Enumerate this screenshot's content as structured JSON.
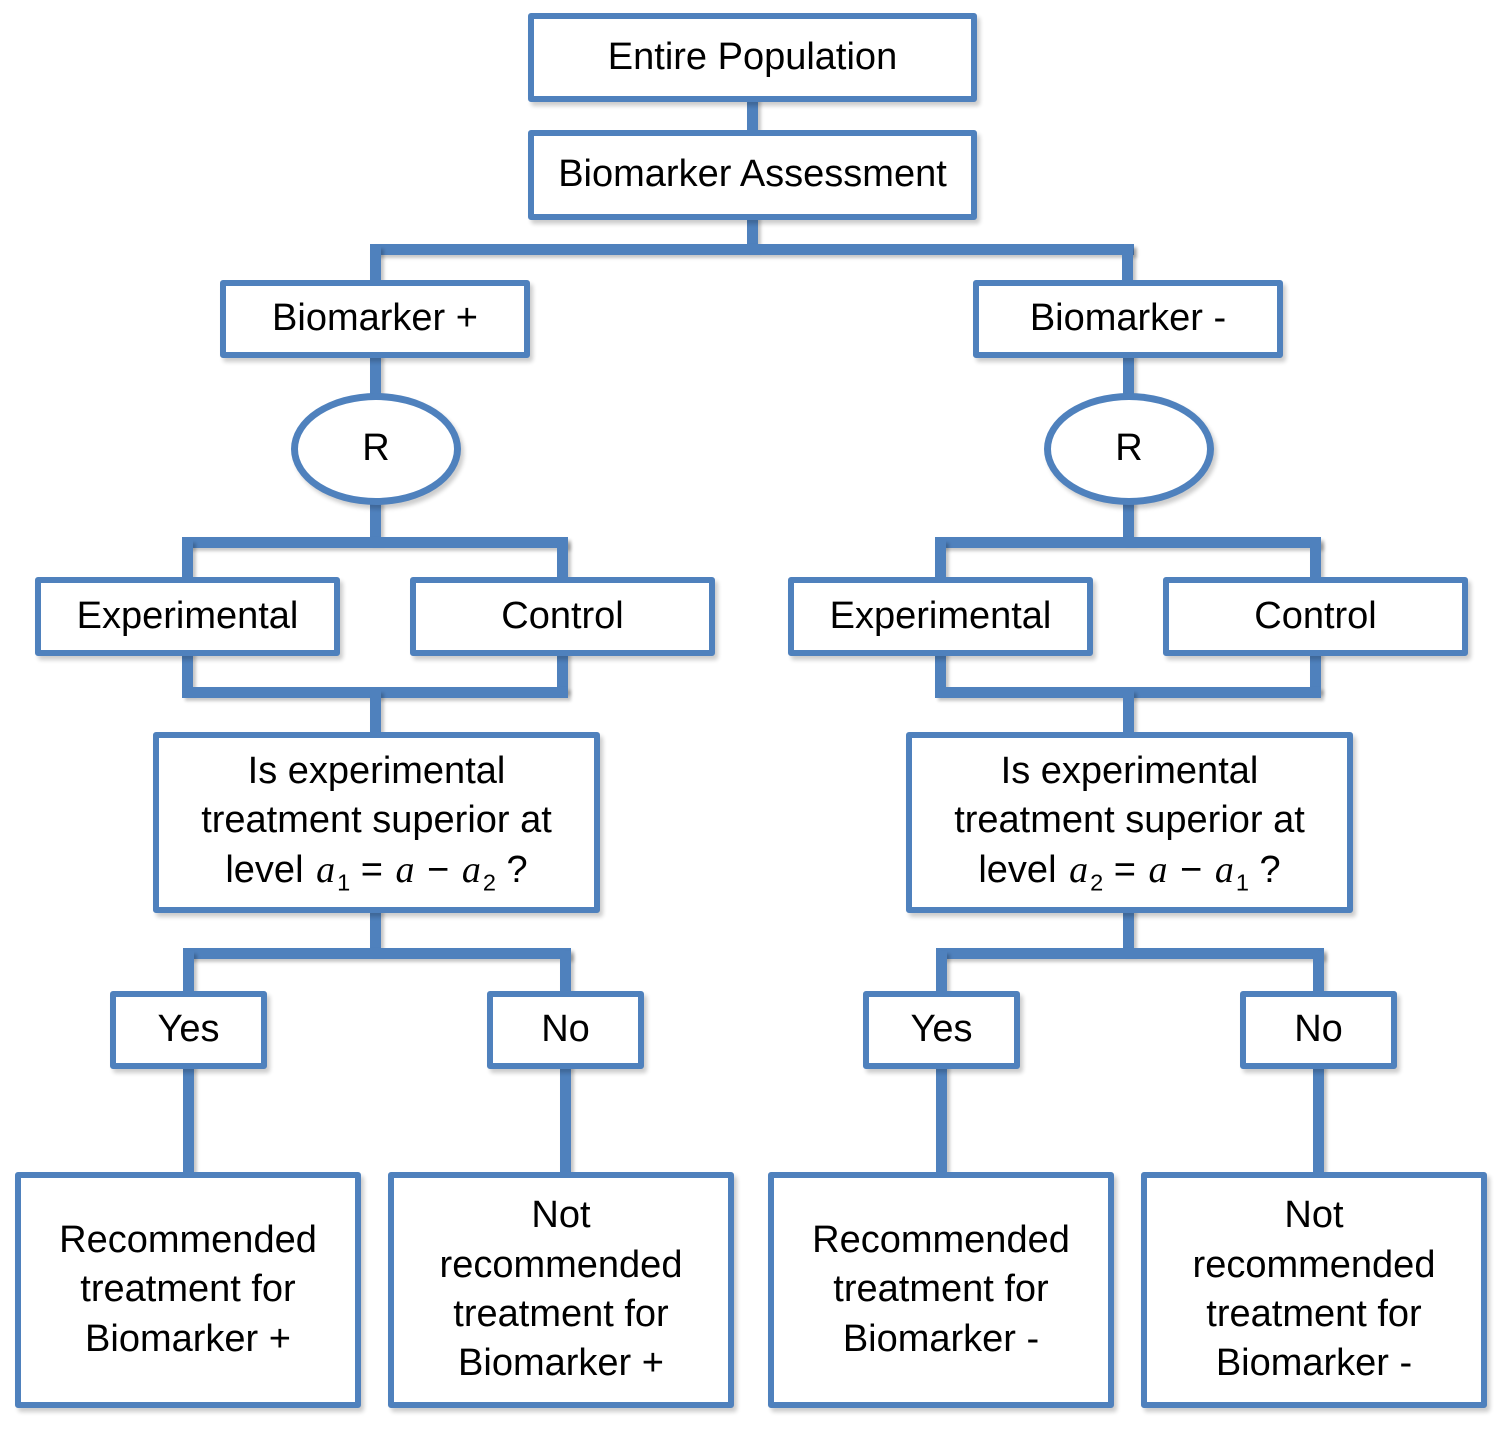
{
  "colors": {
    "stroke_blue": "#4F81BD",
    "text": "#000000",
    "background": "#FFFFFF"
  },
  "root": {
    "entire_population": "Entire Population",
    "biomarker_assessment": "Biomarker Assessment"
  },
  "arms": [
    {
      "biomarker_label": "Biomarker +",
      "randomization_label": "R",
      "experimental_label": "Experimental",
      "control_label": "Control",
      "question_line1": "Is experimental",
      "question_line2": "treatment superior at",
      "question_math_html": "level <i>a</i><sub>1</sub> = <i>a</i> − <i>a</i><sub>2</sub> ?",
      "yes_label": "Yes",
      "no_label": "No",
      "yes_outcome_lines": [
        "Recommended",
        "treatment for",
        "Biomarker +"
      ],
      "no_outcome_lines": [
        "Not",
        "recommended",
        "treatment for",
        "Biomarker +"
      ]
    },
    {
      "biomarker_label": "Biomarker -",
      "randomization_label": "R",
      "experimental_label": "Experimental",
      "control_label": "Control",
      "question_line1": "Is experimental",
      "question_line2": "treatment superior at",
      "question_math_html": "level <i>a</i><sub>2</sub> = <i>a</i> − <i>a</i><sub>1</sub> ?",
      "yes_label": "Yes",
      "no_label": "No",
      "yes_outcome_lines": [
        "Recommended",
        "treatment for",
        "Biomarker -"
      ],
      "no_outcome_lines": [
        "Not",
        "recommended",
        "treatment for",
        "Biomarker -"
      ]
    }
  ]
}
